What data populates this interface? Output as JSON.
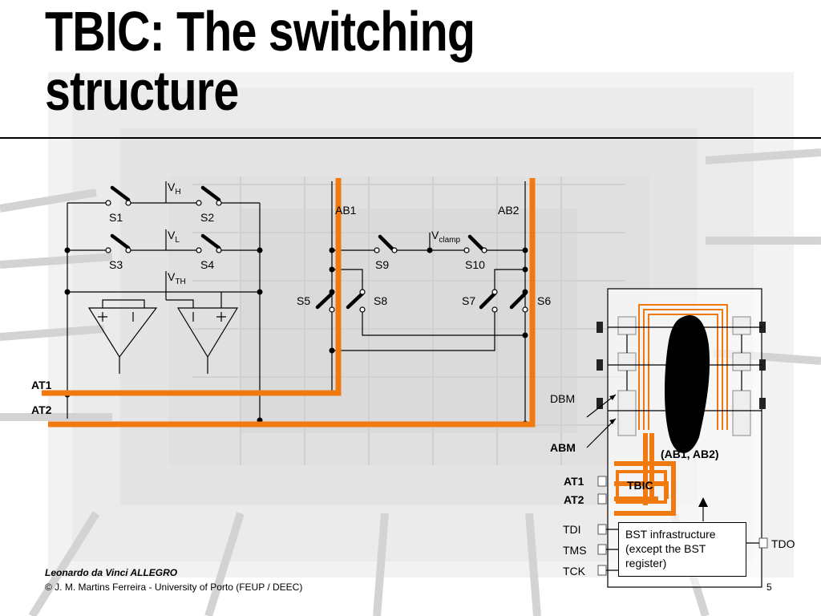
{
  "title": "TBIC: The switching structure",
  "title_line1": "TBIC: The switching",
  "title_line2": "structure",
  "footer": {
    "author": "Leonardo da Vinci ALLEGRO",
    "copyright": "© J. M. Martins Ferreira - University of Porto (FEUP / DEEC)",
    "page": "5"
  },
  "switches": {
    "s1": "S1",
    "s2": "S2",
    "s3": "S3",
    "s4": "S4",
    "s5": "S5",
    "s6": "S6",
    "s7": "S7",
    "s8": "S8",
    "s9": "S9",
    "s10": "S10"
  },
  "voltages": {
    "vh": "V",
    "vh_sub": "H",
    "vl": "V",
    "vl_sub": "L",
    "vth": "V",
    "vth_sub": "TH",
    "vclamp": "V",
    "vclamp_sub": "clamp"
  },
  "buses": {
    "ab1": "AB1",
    "ab2": "AB2",
    "at1": "AT1",
    "at2": "AT2"
  },
  "chip": {
    "dbm": "DBM",
    "abm": "ABM",
    "ab_pair": "(AB1, AB2)",
    "tbic": "TBIC",
    "at1": "AT1",
    "at2": "AT2",
    "tdi": "TDI",
    "tms": "TMS",
    "tck": "TCK",
    "tdo": "TDO",
    "bst_box": "BST infrastructure (except the BST register)"
  },
  "colors": {
    "bus_orange": "#f07a10",
    "wire": "#000000",
    "chip_blob": "#000000"
  }
}
